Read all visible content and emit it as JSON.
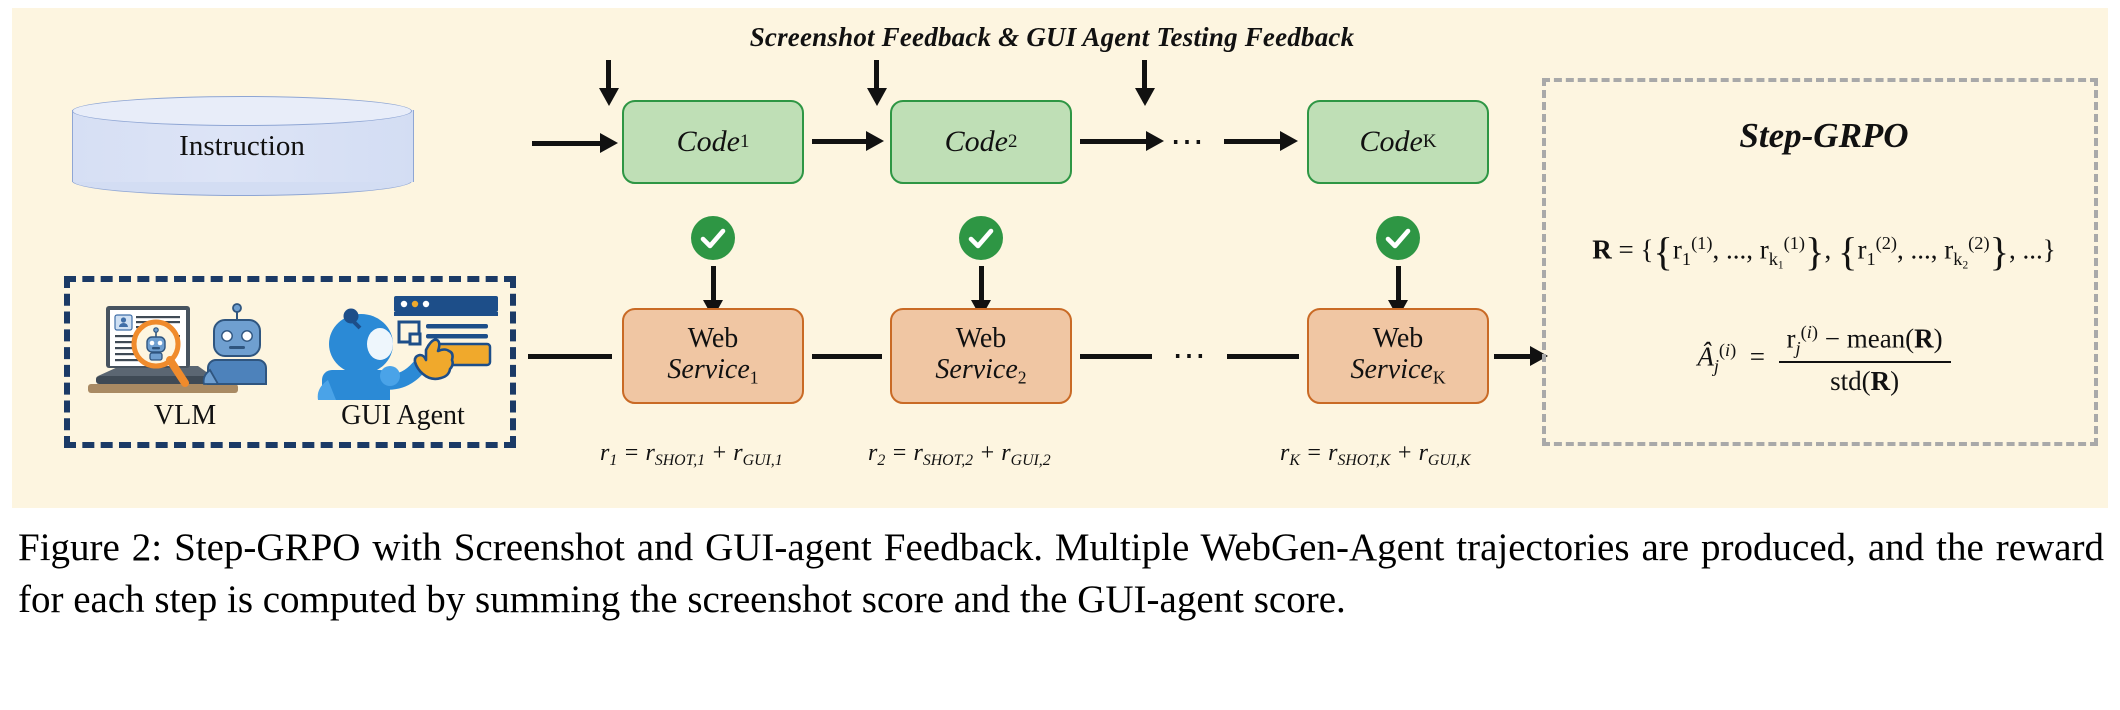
{
  "figure": {
    "feedback_label": "Screenshot Feedback & GUI Agent Testing Feedback",
    "instruction_label": "Instruction",
    "dots": "⋯",
    "agents": [
      {
        "name": "VLM",
        "icon": "vlm-robot-laptop-magnifier-icon"
      },
      {
        "name": "GUI Agent",
        "icon": "gui-agent-robot-browser-touch-icon"
      }
    ],
    "code_steps": [
      {
        "label": "Code",
        "index": "1"
      },
      {
        "label": "Code",
        "index": "2"
      },
      {
        "label": "Code",
        "index": "K"
      }
    ],
    "service_steps": [
      {
        "top": "Web",
        "label": "Service",
        "index": "1"
      },
      {
        "top": "Web",
        "label": "Service",
        "index": "2"
      },
      {
        "top": "Web",
        "label": "Service",
        "index": "K"
      }
    ],
    "check_icon": "green-check-circle-icon",
    "rewards": [
      {
        "lhs": "r",
        "lhs_sub": "1",
        "shot_sub": "SHOT,1",
        "gui_sub": "GUI,1"
      },
      {
        "lhs": "r",
        "lhs_sub": "2",
        "shot_sub": "SHOT,2",
        "gui_sub": "GUI,2"
      },
      {
        "lhs": "r",
        "lhs_sub": "K",
        "shot_sub": "SHOT,K",
        "gui_sub": "GUI,K"
      }
    ],
    "grpo": {
      "title": "Step-GRPO",
      "equation_reward_set": "R = {{r₁⁽¹⁾, ..., r_{k₁}⁽¹⁾}, {r₁⁽²⁾, ..., r_{k₂}⁽²⁾}, ...}",
      "equation_advantage": "Â_j⁽ⁱ⁾ = (r_j⁽ⁱ⁾ − mean(R)) / std(R)"
    },
    "colors": {
      "panel_background": "#fdf5e0",
      "code_fill": "#bfdfb6",
      "code_border": "#2e9644",
      "service_fill": "#f0c6a3",
      "service_border": "#c96a25",
      "cylinder_fill": "#d6dff4",
      "cylinder_border": "#8fa6d4",
      "agent_box_border": "#1b3a66",
      "grpo_border": "#a9a9a9",
      "check_green": "#2e9644"
    }
  },
  "caption": {
    "text": "Figure 2: Step-GRPO with Screenshot and GUI-agent Feedback. Multiple WebGen-Agent trajectories are produced, and the reward for each step is computed by summing the screenshot score and the GUI-agent score."
  }
}
